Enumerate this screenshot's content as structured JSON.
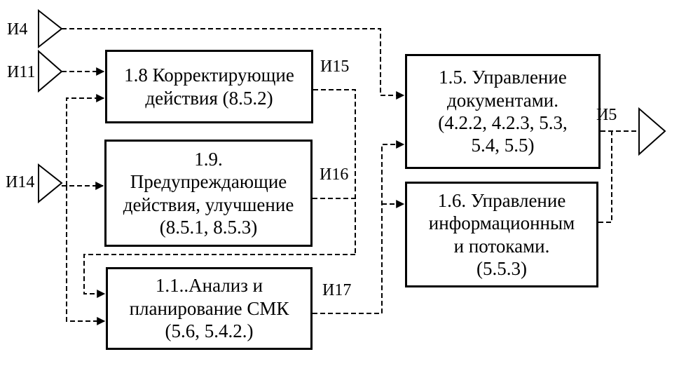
{
  "boxes": {
    "b18": {
      "lines": [
        "1.8 Корректирующие",
        "действия  (8.5.2)"
      ]
    },
    "b19": {
      "lines": [
        "1.9.",
        "Предупреждающие",
        "действия, улучшение",
        "(8.5.1, 8.5.3)"
      ]
    },
    "b11": {
      "lines": [
        "1.1..Анализ и",
        "планирование  СМК",
        "(5.6, 5.4.2.)"
      ]
    },
    "b15": {
      "lines": [
        "1.5. Управление",
        "документами.",
        "(4.2.2, 4.2.3, 5.3,",
        "5.4, 5.5)"
      ]
    },
    "b16": {
      "lines": [
        "1.6. Управление",
        "информационным",
        "и потоками.",
        "(5.5.3)"
      ]
    }
  },
  "labels": {
    "i4": "И4",
    "i11": "И11",
    "i14": "И14",
    "i15": "И15",
    "i16": "И16",
    "i17": "И17",
    "i5": "И5"
  }
}
